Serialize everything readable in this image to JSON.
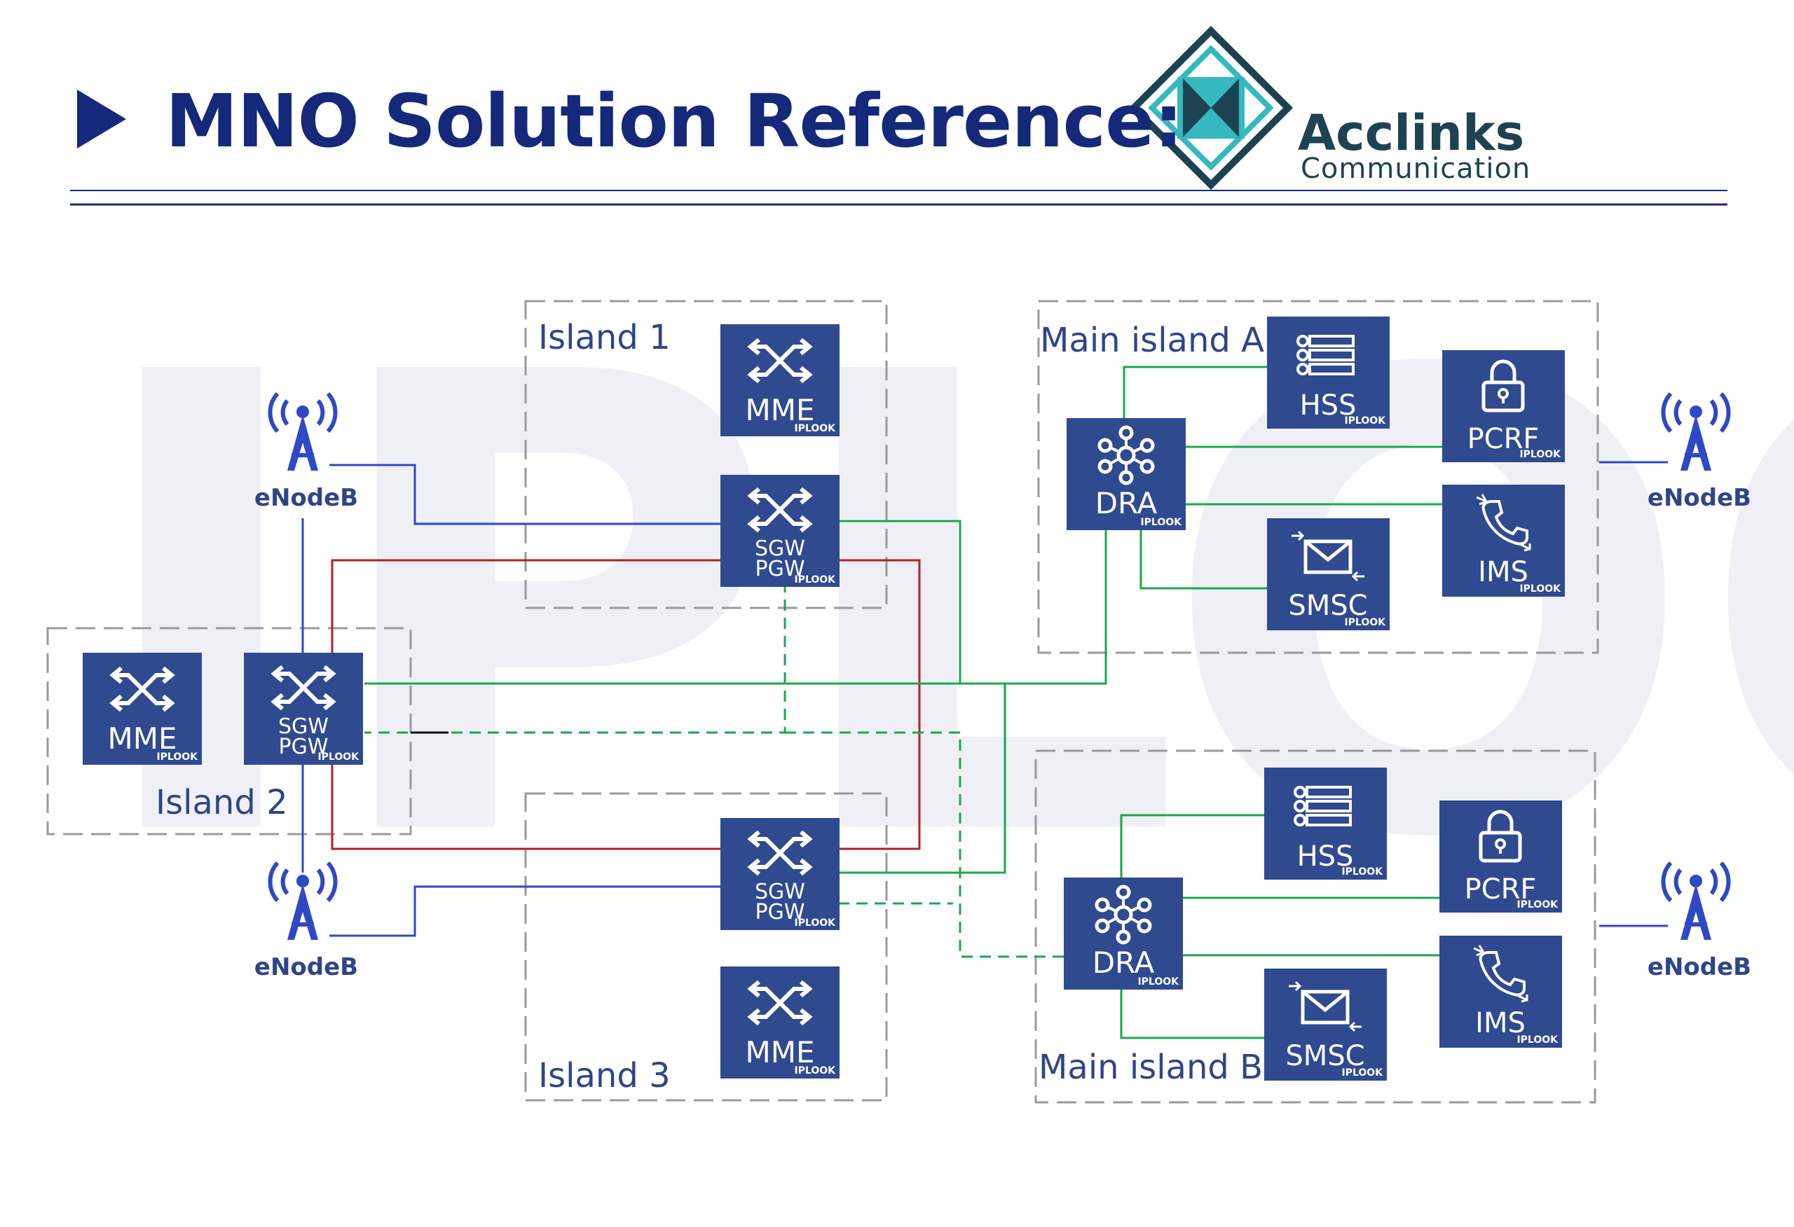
{
  "header": {
    "title": "MNO Solution Reference:",
    "brand_name": "Acclinks",
    "brand_sub": "Communication"
  },
  "nodes": {
    "mme": "MME",
    "sgw": "SGW",
    "pgw": "PGW",
    "dra": "DRA",
    "hss": "HSS",
    "pcrf": "PCRF",
    "ims": "IMS",
    "smsc": "SMSC",
    "enodeb": "eNodeB",
    "badge": "IPLOOK"
  },
  "regions": {
    "island1": "Island 1",
    "island2": "Island 2",
    "island3": "Island 3",
    "main_a": "Main island A",
    "main_b": "Main island B"
  },
  "watermark": "IPLOOK",
  "colors": {
    "title": "#14297a",
    "node": "#2f4a8f",
    "s1_link": "#2e48c6",
    "s8_link": "#b22222",
    "diameter_link": "#19a84a",
    "region_border": "#9a9a9a",
    "brand": "#1d4353",
    "brand_accent": "#35b8bf"
  }
}
